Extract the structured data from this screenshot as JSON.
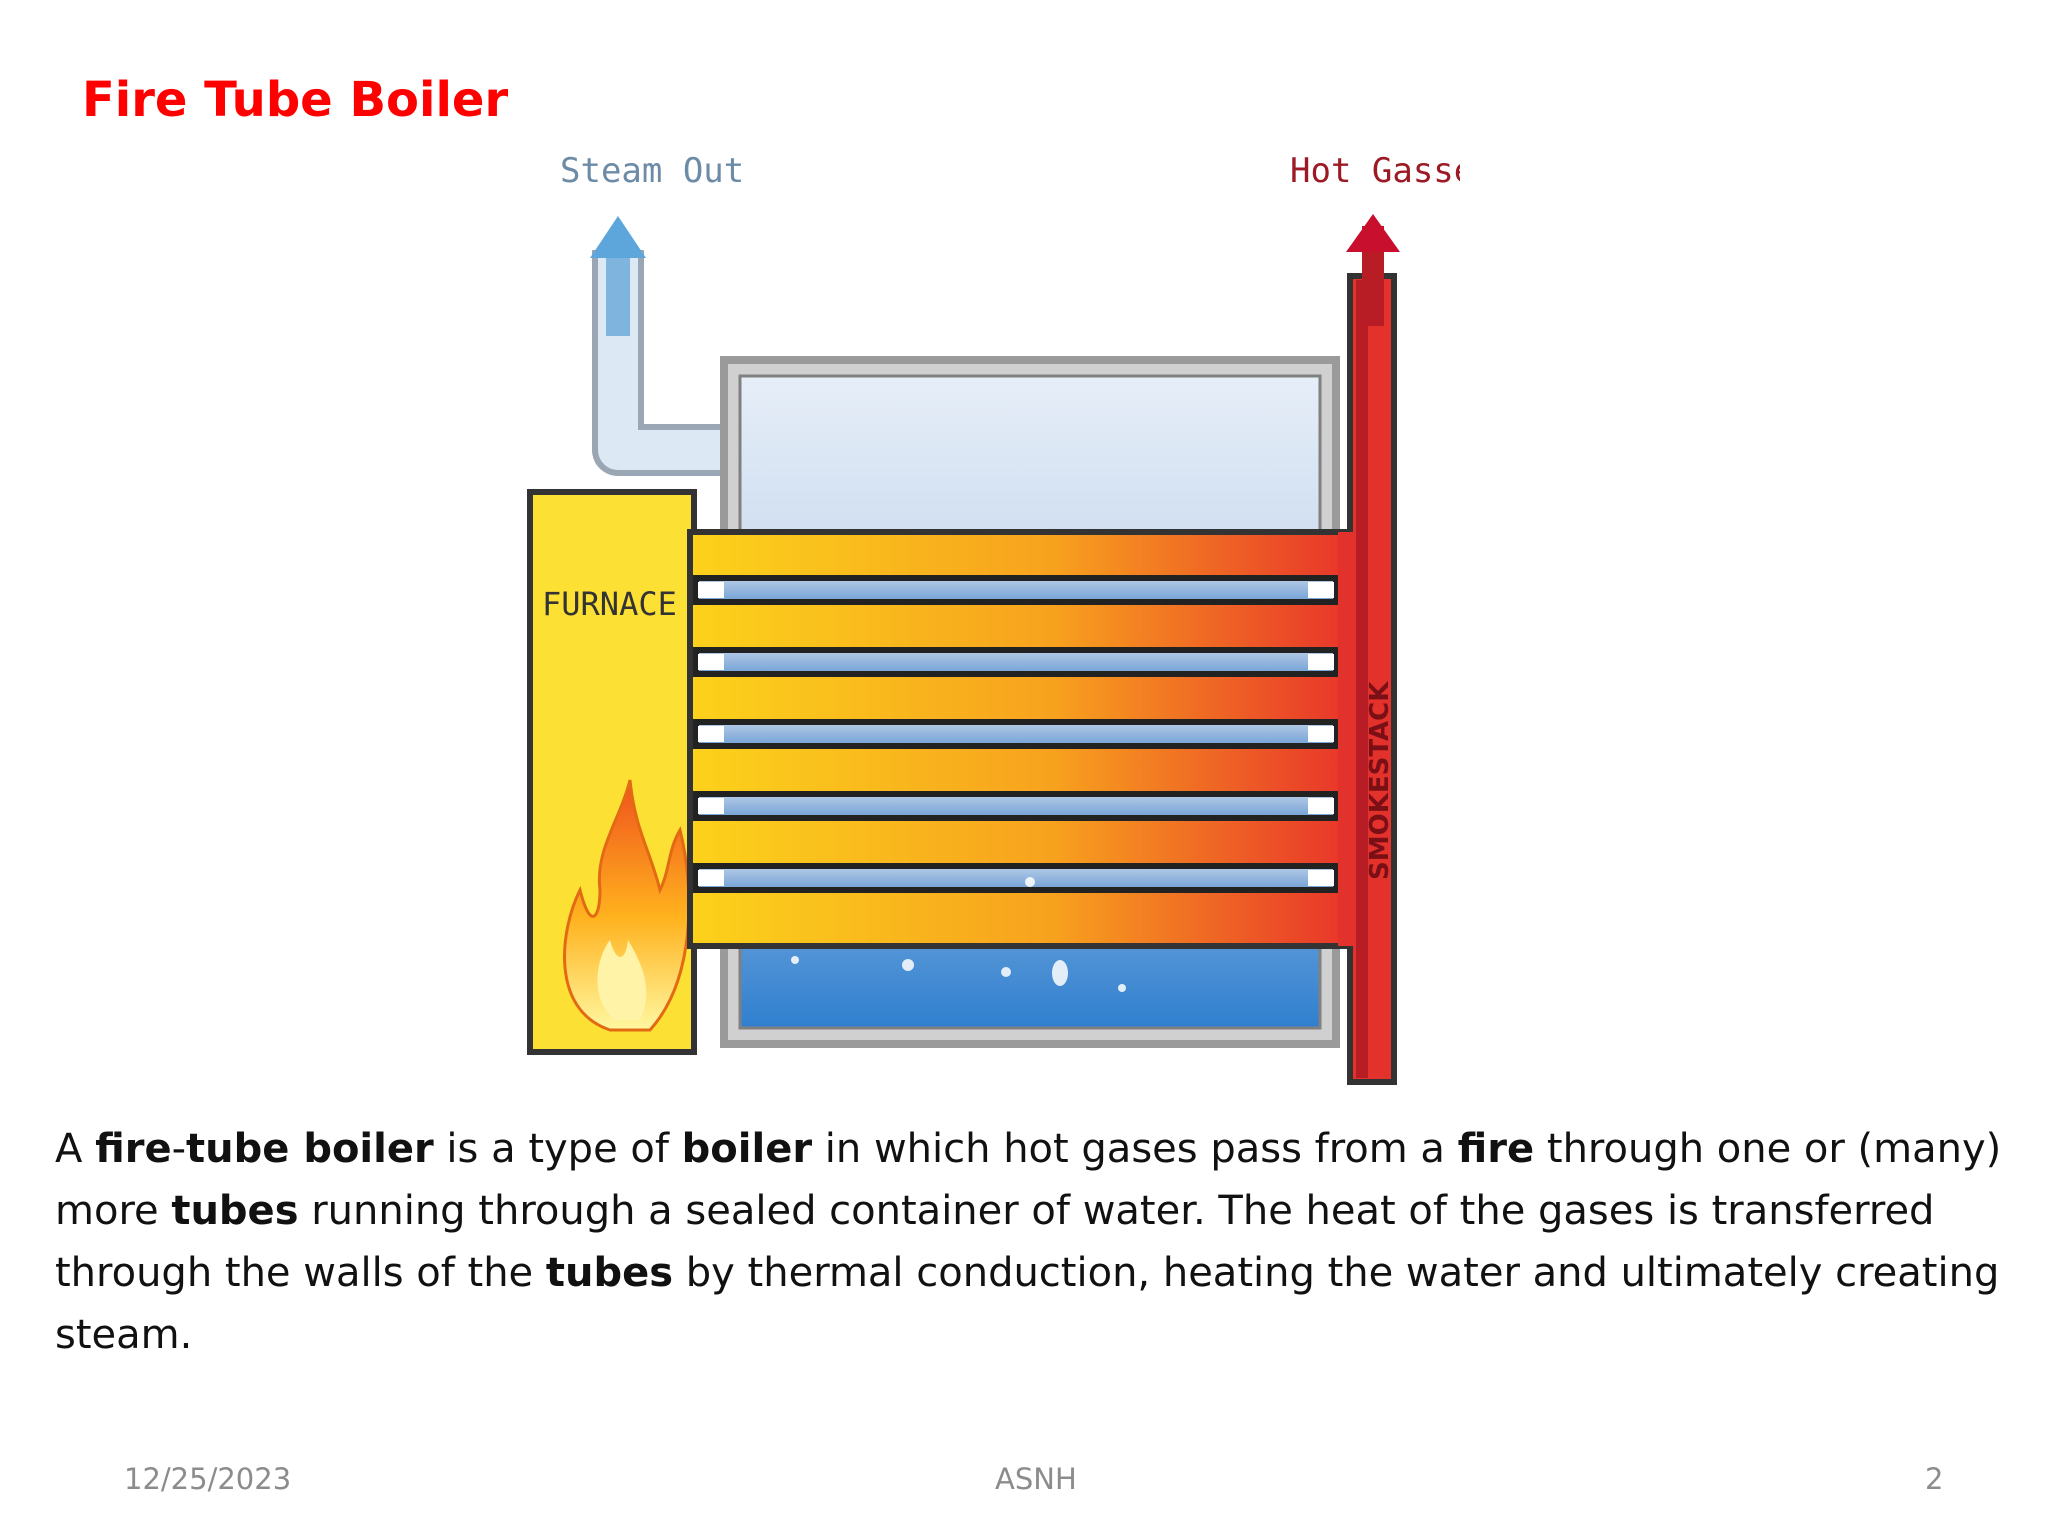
{
  "slide": {
    "title": "Fire Tube Boiler"
  },
  "diagram": {
    "labels": {
      "steam_out": "Steam Out",
      "hot_gasses": "Hot Gasses",
      "furnace": "FURNACE",
      "smokestack": "SMOKESTACK"
    },
    "tube_count": 5,
    "colors": {
      "furnace": "#fde034",
      "tube_hot_start": "#fcd21b",
      "tube_hot_end": "#e8342a",
      "smokestack": "#e3312c",
      "steam": "#d9e6f3",
      "water": "#3a86cf",
      "steam_arrow": "#6ab0e0",
      "gas_arrow": "#c8102e"
    }
  },
  "paragraph": [
    {
      "text": "A ",
      "bold": false
    },
    {
      "text": "fire",
      "bold": true
    },
    {
      "text": "-",
      "bold": false
    },
    {
      "text": "tube boiler",
      "bold": true
    },
    {
      "text": " is a type of ",
      "bold": false
    },
    {
      "text": "boiler",
      "bold": true
    },
    {
      "text": " in which hot gases pass from a ",
      "bold": false
    },
    {
      "text": "fire",
      "bold": true
    },
    {
      "text": " through one or (many) more ",
      "bold": false
    },
    {
      "text": "tubes",
      "bold": true
    },
    {
      "text": " running through a sealed container of water. The heat of the gases is transferred through the walls of the ",
      "bold": false
    },
    {
      "text": "tubes",
      "bold": true
    },
    {
      "text": " by thermal conduction, heating the water and ultimately creating steam.",
      "bold": false
    }
  ],
  "footer": {
    "date": "12/25/2023",
    "center": "ASNH",
    "page": "2"
  }
}
